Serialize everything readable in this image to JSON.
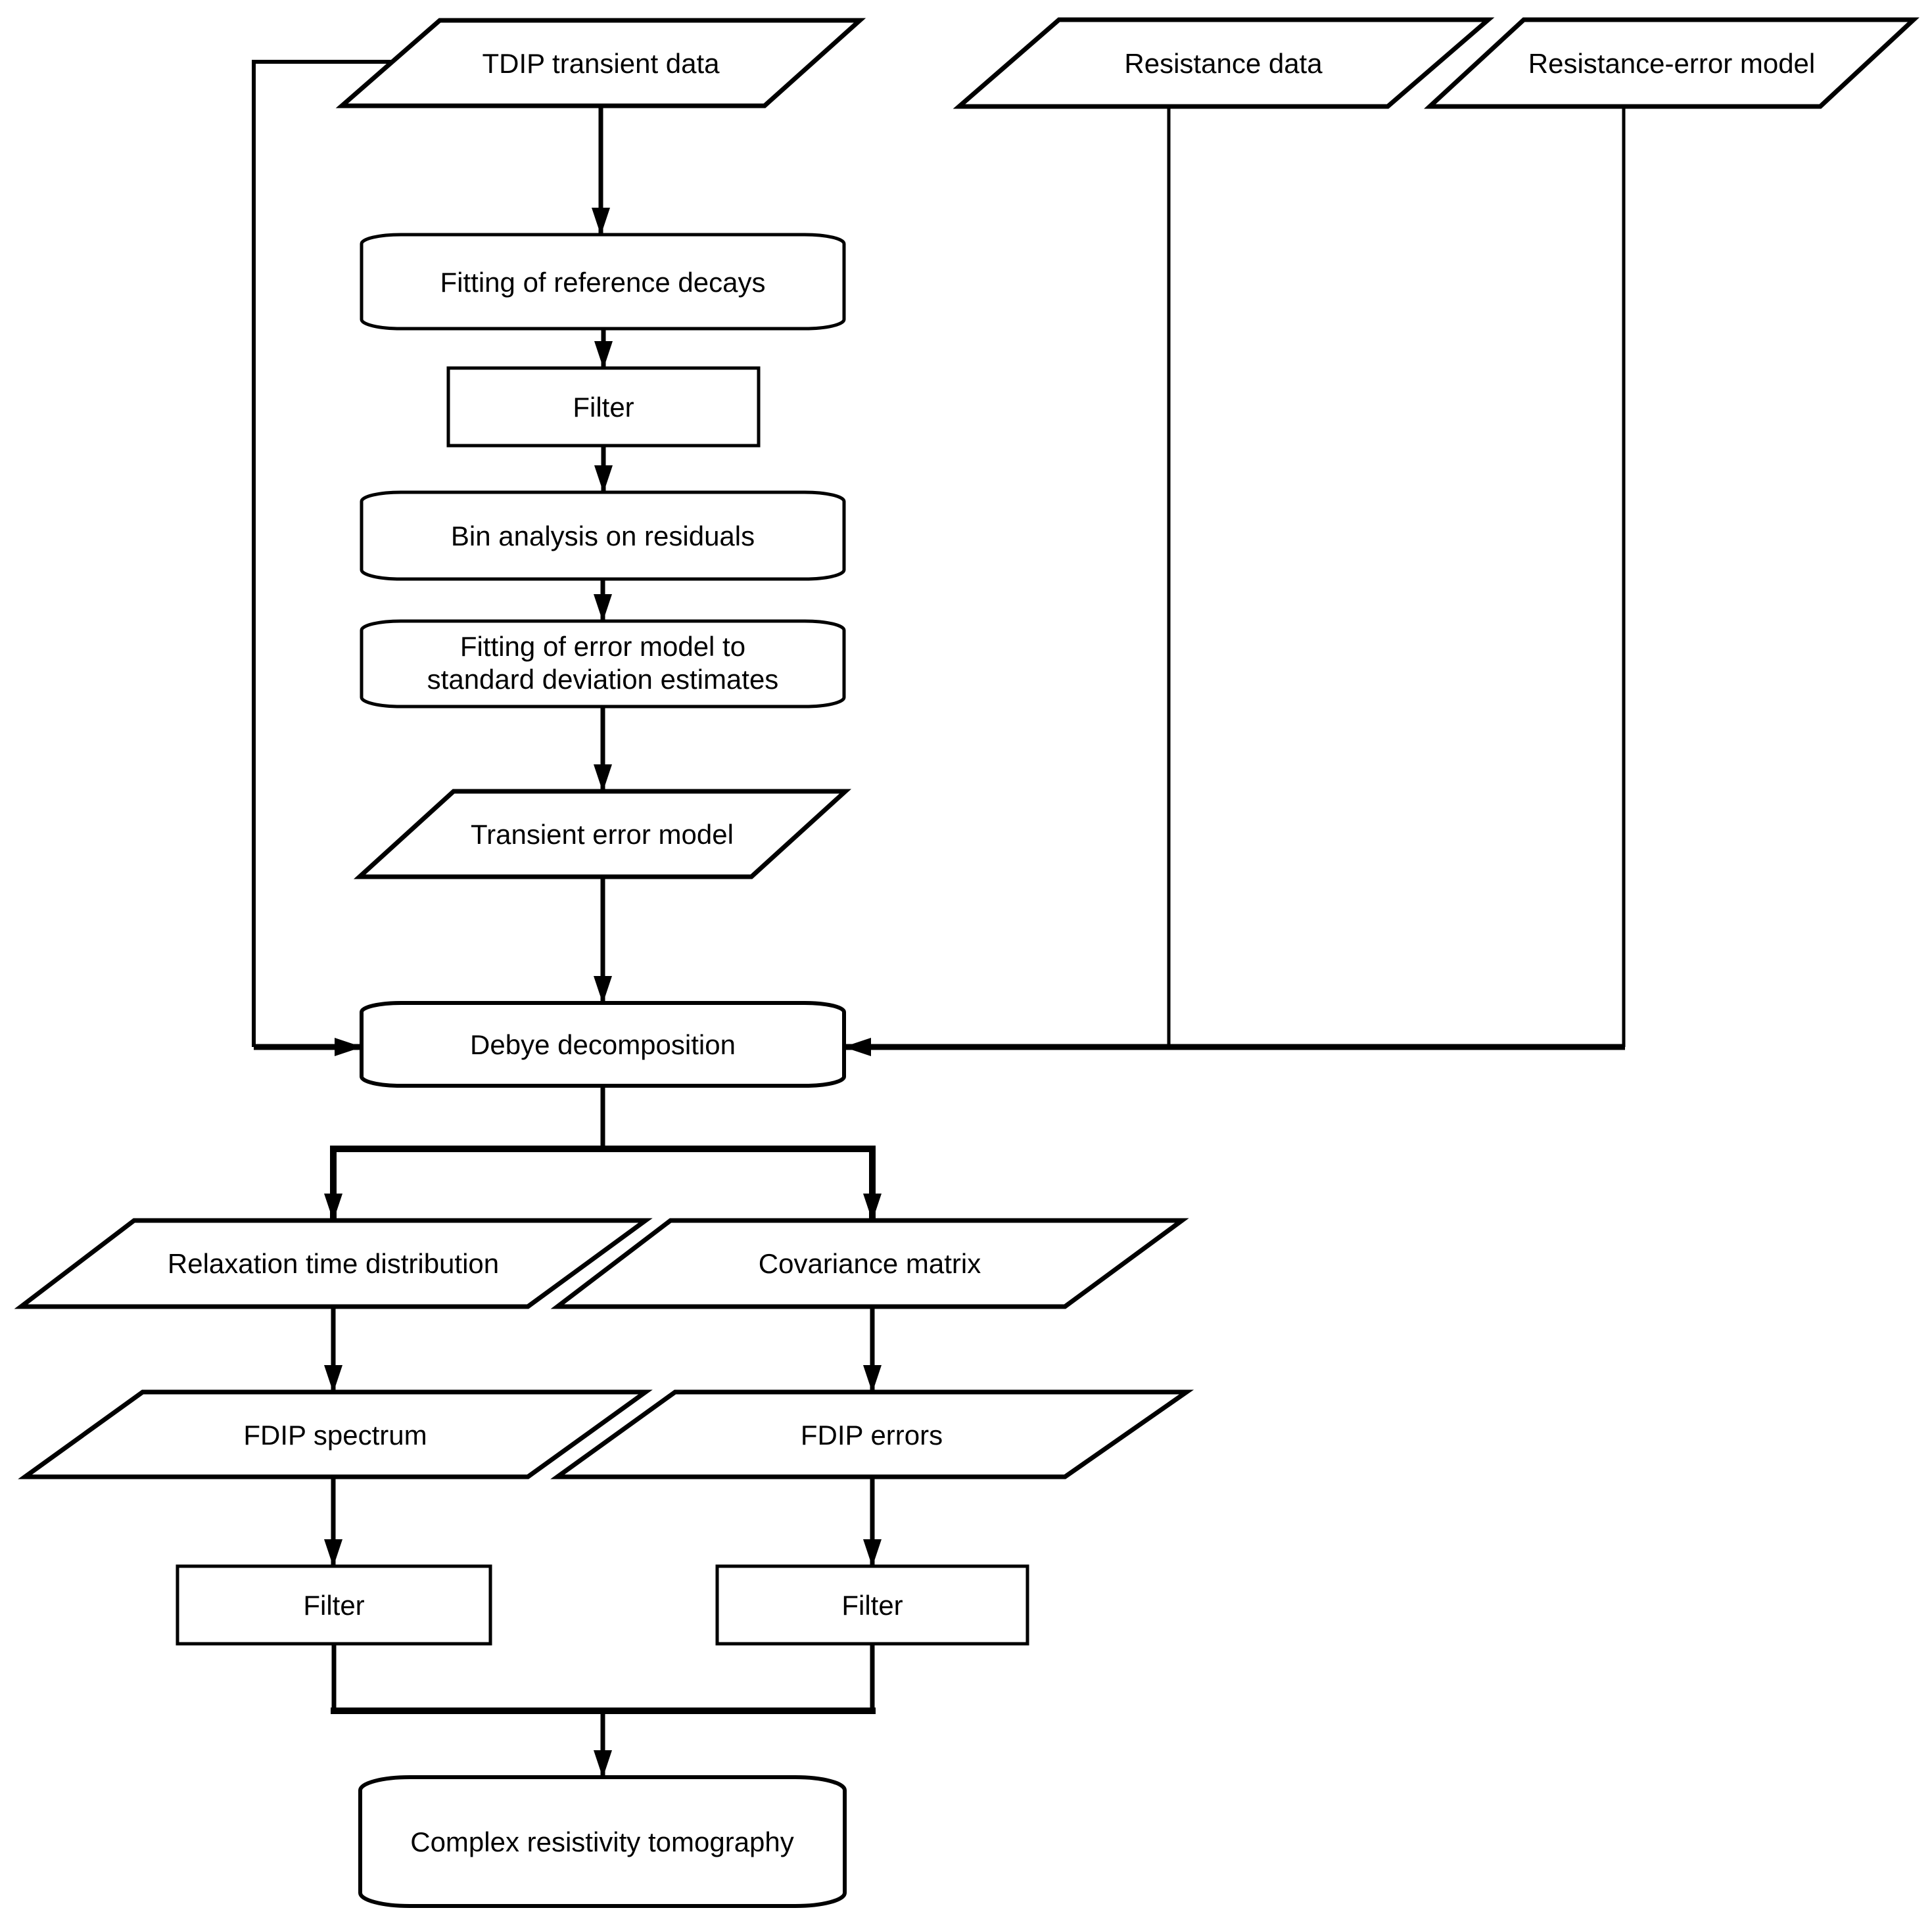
{
  "diagram": {
    "background": "#ffffff",
    "stroke_color": "#000000",
    "shape_fill": "#ffffff",
    "type": "flowchart"
  },
  "nodes": {
    "tdip": {
      "label": "TDIP transient data",
      "shape": "parallelogram"
    },
    "resistance_data": {
      "label": "Resistance data",
      "shape": "parallelogram"
    },
    "resistance_error_model": {
      "label": "Resistance-error model",
      "shape": "parallelogram"
    },
    "fitting_reference_decays": {
      "label": "Fitting of reference decays",
      "shape": "rounded-process"
    },
    "filter_transient": {
      "label": "Filter",
      "shape": "rectangle"
    },
    "bin_analysis": {
      "label": "Bin analysis on residuals",
      "shape": "rounded-process"
    },
    "fitting_error_model": {
      "lines": [
        "Fitting of error model to",
        "standard deviation estimates"
      ],
      "shape": "rounded-process"
    },
    "transient_error_model": {
      "label": "Transient error model",
      "shape": "parallelogram"
    },
    "debye_decomposition": {
      "label": "Debye decomposition",
      "shape": "rounded-process"
    },
    "relaxation_time_distribution": {
      "label": "Relaxation time distribution",
      "shape": "parallelogram"
    },
    "covariance_matrix": {
      "label": "Covariance matrix",
      "shape": "parallelogram"
    },
    "fdip_spectrum": {
      "label": "FDIP spectrum",
      "shape": "parallelogram"
    },
    "fdip_errors": {
      "label": "FDIP errors",
      "shape": "parallelogram"
    },
    "filter_spectrum": {
      "label": "Filter",
      "shape": "rectangle"
    },
    "filter_errors": {
      "label": "Filter",
      "shape": "rectangle"
    },
    "complex_resistivity_tomography": {
      "label": "Complex resistivity tomography",
      "shape": "rounded-process"
    }
  },
  "edges": [
    {
      "from": "TDIP transient data",
      "to": "Fitting of reference decays"
    },
    {
      "from": "TDIP transient data",
      "to": "Debye decomposition"
    },
    {
      "from": "Fitting of reference decays",
      "to": "Filter"
    },
    {
      "from": "Filter",
      "to": "Bin analysis on residuals"
    },
    {
      "from": "Bin analysis on residuals",
      "to": "Fitting of error model to standard deviation estimates"
    },
    {
      "from": "Fitting of error model to standard deviation estimates",
      "to": "Transient error model"
    },
    {
      "from": "Transient error model",
      "to": "Debye decomposition"
    },
    {
      "from": "Resistance data",
      "to": "Debye decomposition"
    },
    {
      "from": "Resistance-error model",
      "to": "Debye decomposition"
    },
    {
      "from": "Debye decomposition",
      "to": "Relaxation time distribution"
    },
    {
      "from": "Debye decomposition",
      "to": "Covariance matrix"
    },
    {
      "from": "Relaxation time distribution",
      "to": "FDIP spectrum"
    },
    {
      "from": "Covariance matrix",
      "to": "FDIP errors"
    },
    {
      "from": "FDIP spectrum",
      "to": "Filter (spectrum)"
    },
    {
      "from": "FDIP errors",
      "to": "Filter (errors)"
    },
    {
      "from": "Filter (spectrum)",
      "to": "Complex resistivity tomography"
    },
    {
      "from": "Filter (errors)",
      "to": "Complex resistivity tomography"
    }
  ]
}
